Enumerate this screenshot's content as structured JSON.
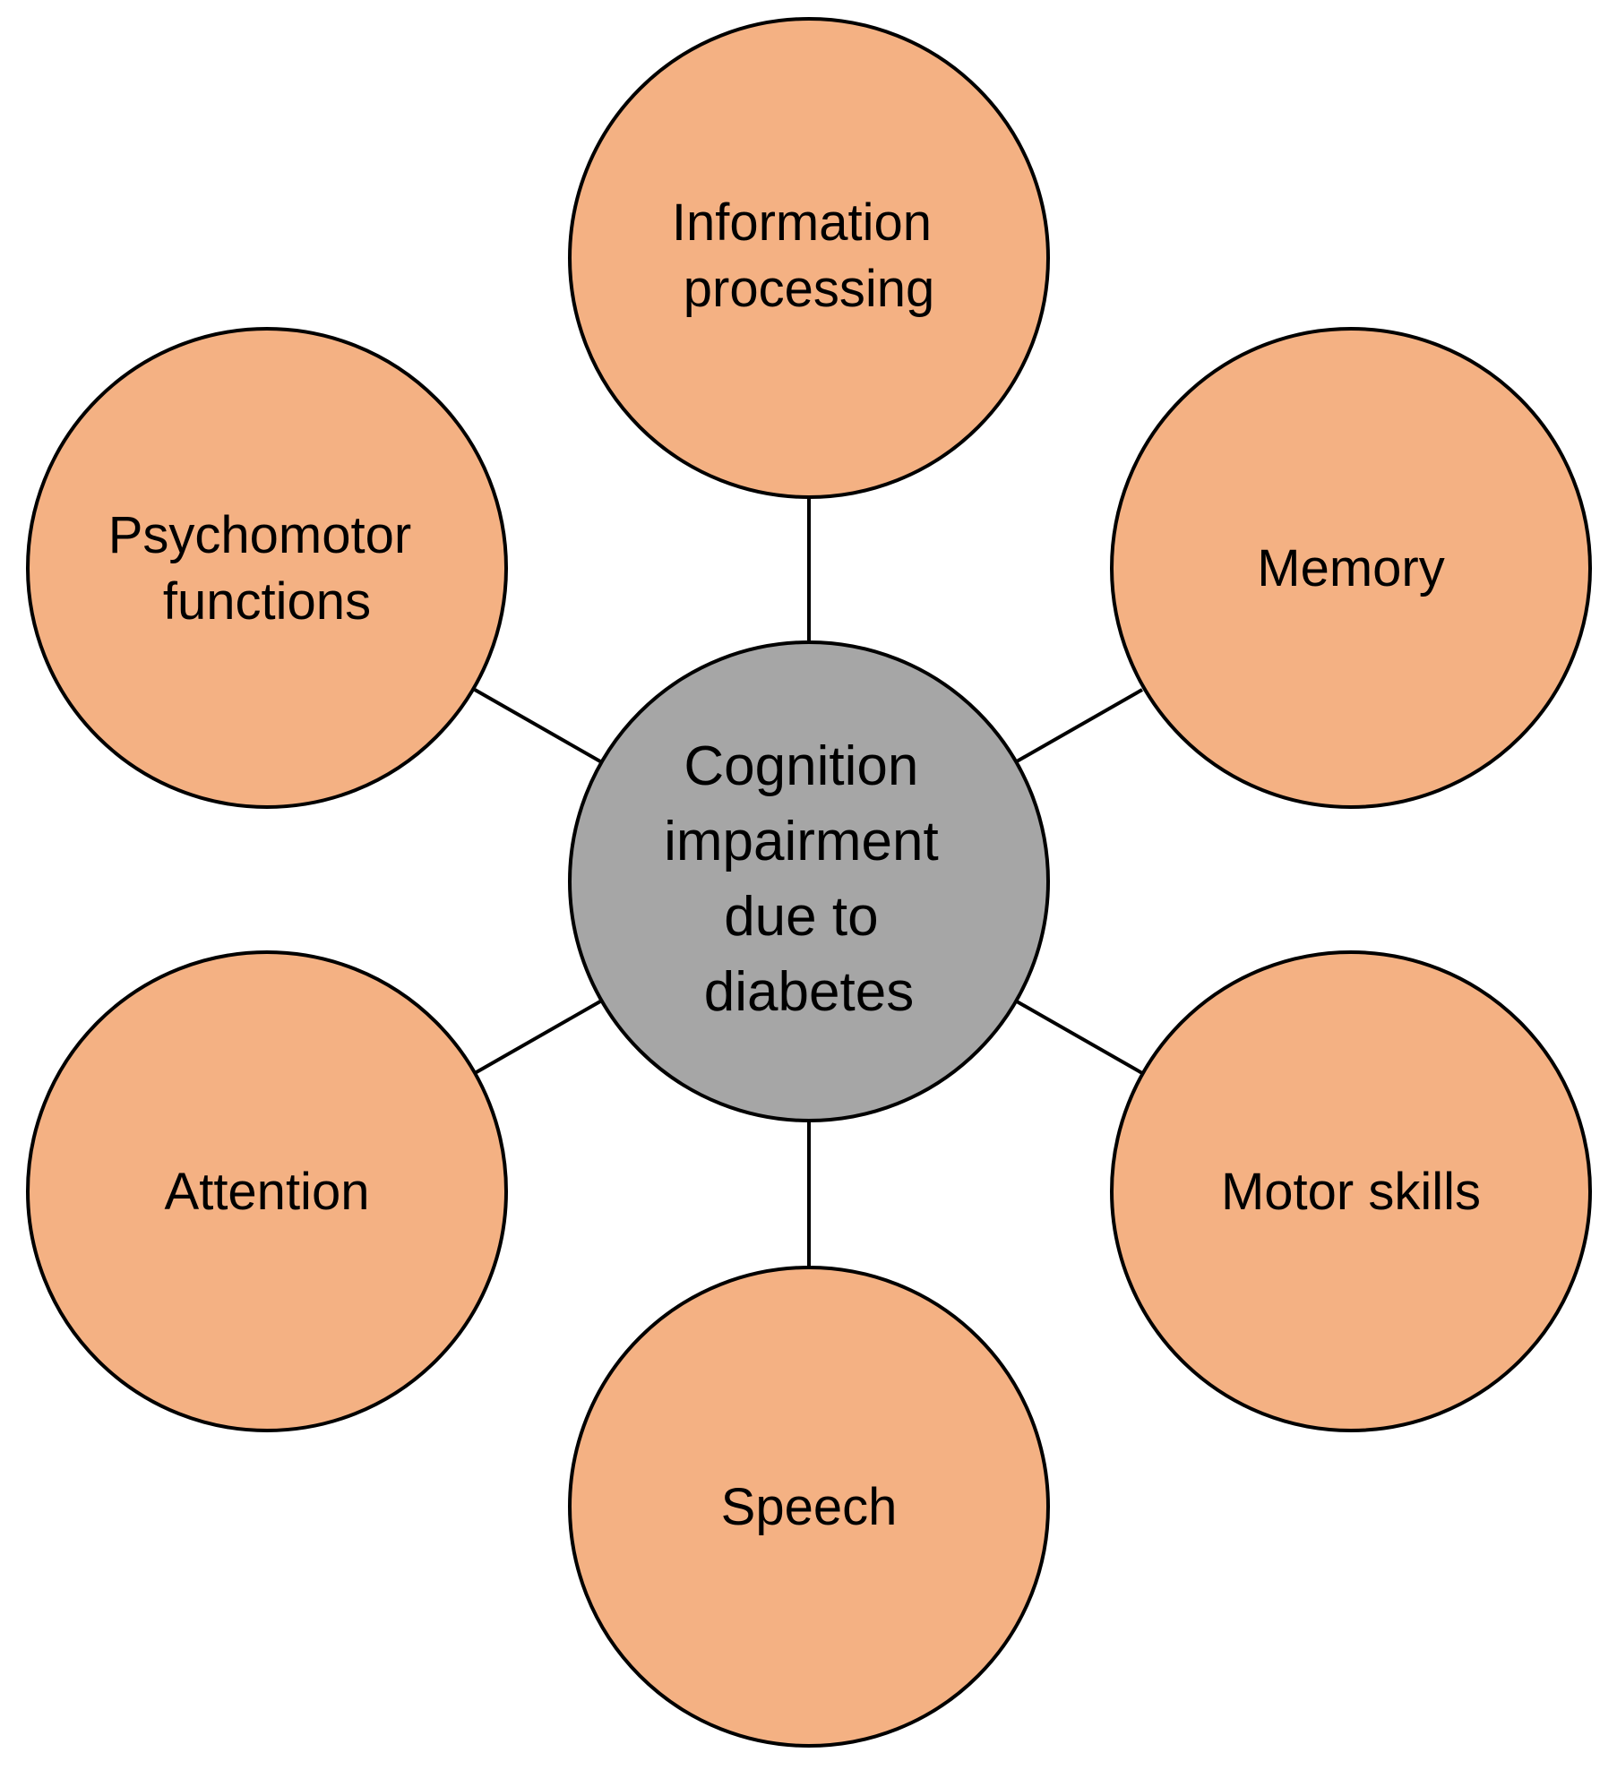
{
  "colors": {
    "center_fill": "#a6a6a6",
    "outer_fill": "#f4b183",
    "stroke": "#000000",
    "background": "#ffffff"
  },
  "center": {
    "lines": [
      "Cognition",
      "impairment",
      "due to",
      "diabetes"
    ]
  },
  "nodes": [
    {
      "id": "information-processing",
      "lines": [
        "Information",
        "processing"
      ]
    },
    {
      "id": "memory",
      "lines": [
        "Memory"
      ]
    },
    {
      "id": "motor-skills",
      "lines": [
        "Motor skills"
      ]
    },
    {
      "id": "speech",
      "lines": [
        "Speech"
      ]
    },
    {
      "id": "attention",
      "lines": [
        "Attention"
      ]
    },
    {
      "id": "psychomotor-functions",
      "lines": [
        "Psychomotor",
        "functions"
      ]
    }
  ]
}
